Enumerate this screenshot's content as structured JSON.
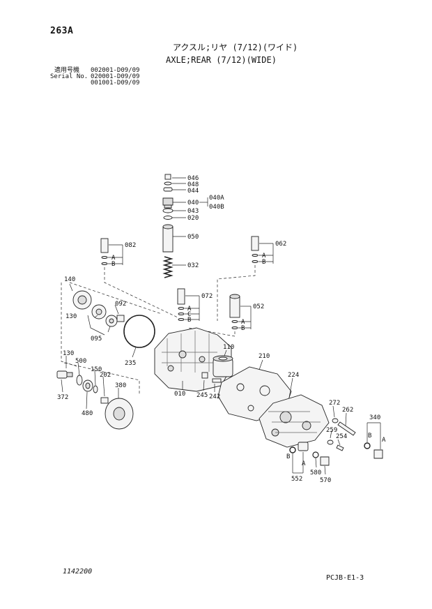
{
  "header": {
    "page_no": "263A",
    "title_jp": "アクスル;リヤ (7/12)(ワイド)",
    "title_en": "AXLE;REAR (7/12)(WIDE)",
    "serial_label_jp": "適用号機",
    "serial_label_en": "Serial No.",
    "serials": [
      "002001-D09/09",
      "020001-D09/09",
      "001001-D09/09"
    ]
  },
  "parts": {
    "p046": "046",
    "p048": "048",
    "p044": "044",
    "p040": "040",
    "p040A": "040A",
    "p040B": "040B",
    "p043": "043",
    "p020": "020",
    "p050": "050",
    "p032": "032",
    "p082": "082",
    "p062": "062",
    "p140": "140",
    "p092": "092",
    "p130a": "130",
    "p095": "095",
    "p072": "072",
    "p052": "052",
    "p110": "110",
    "p210": "210",
    "p235": "235",
    "p130b": "130",
    "p500": "500",
    "p150": "150",
    "p202": "202",
    "p380": "380",
    "p372": "372",
    "p480": "480",
    "p010": "010",
    "p245": "245",
    "p242": "242",
    "p224": "224",
    "p272": "272",
    "p262": "262",
    "p259": "259",
    "p254": "254",
    "p340": "340",
    "p552": "552",
    "p580": "580",
    "p570": "570"
  },
  "letters": {
    "A": "A",
    "B": "B",
    "C": "C"
  },
  "footer": {
    "code": "1142200",
    "ref": "PCJB-E1-3"
  }
}
